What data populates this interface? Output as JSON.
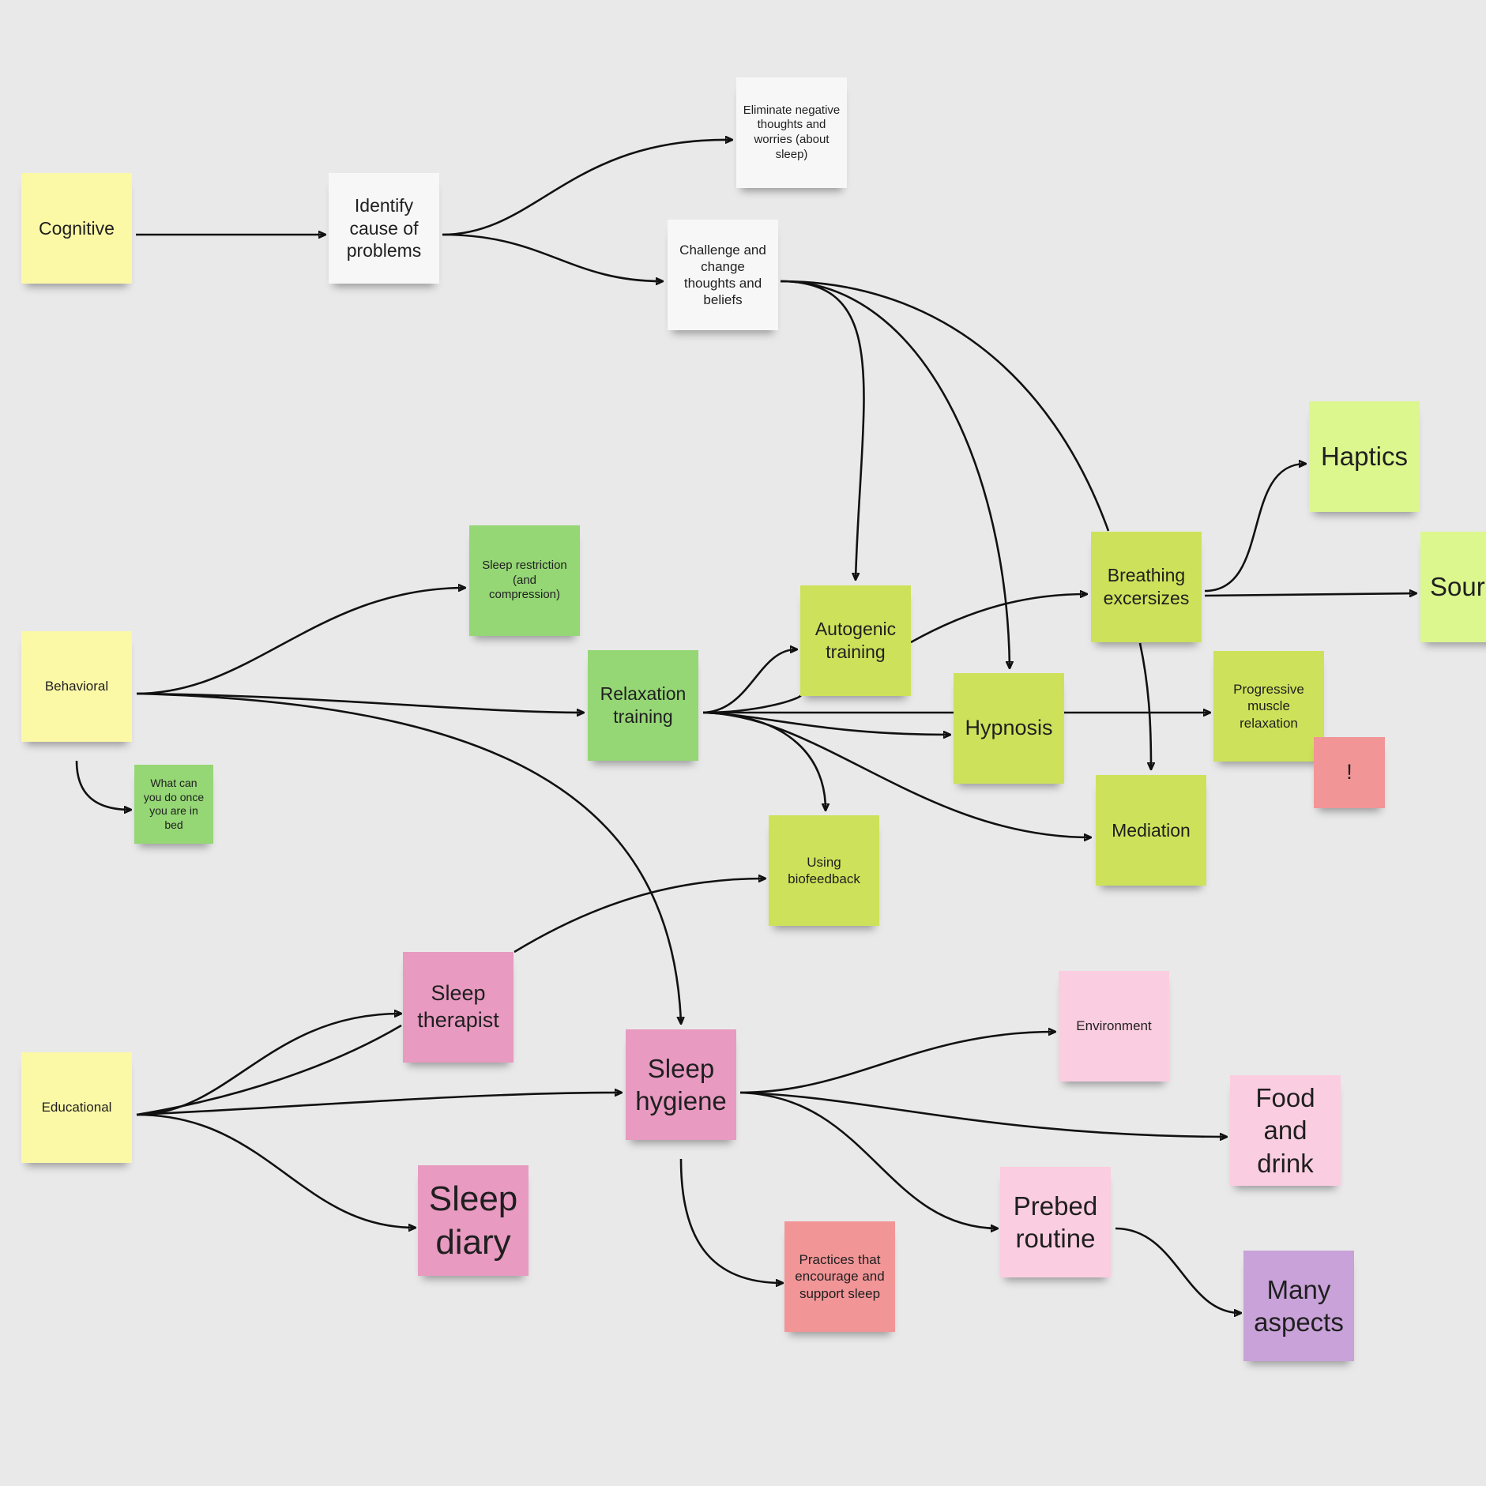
{
  "board": {
    "background": "#e9e9e9",
    "notes": {
      "cognitive": {
        "text": "Cognitive",
        "color": "#fbf8a6"
      },
      "identify": {
        "text": "Identify cause of problems",
        "color": "#f7f7f7"
      },
      "eliminate": {
        "text": "Eliminate negative thoughts and worries (about sleep)",
        "color": "#f7f7f7"
      },
      "challenge": {
        "text": "Challenge and change thoughts and beliefs",
        "color": "#f7f7f7"
      },
      "behavioral": {
        "text": "Behavioral",
        "color": "#fbf8a6"
      },
      "sleep_restriction": {
        "text": "Sleep restriction (and compression)",
        "color": "#95d675"
      },
      "what_can": {
        "text": "What can you do once you are in bed",
        "color": "#95d675"
      },
      "relaxation": {
        "text": "Relaxation training",
        "color": "#95d675"
      },
      "autogenic": {
        "text": "Autogenic training",
        "color": "#cde25a"
      },
      "hypnosis": {
        "text": "Hypnosis",
        "color": "#cde25a"
      },
      "breathing": {
        "text": "Breathing excersizes",
        "color": "#cde25a"
      },
      "haptics": {
        "text": "Haptics",
        "color": "#dcf78e"
      },
      "sound": {
        "text": "Sour",
        "color": "#dcf78e"
      },
      "progressive": {
        "text": "Progressive muscle relaxation",
        "color": "#cde25a"
      },
      "exclamation": {
        "text": "!",
        "color": "#f19597"
      },
      "mediation": {
        "text": "Mediation",
        "color": "#cde25a"
      },
      "biofeedback": {
        "text": "Using biofeedback",
        "color": "#cde25a"
      },
      "educational": {
        "text": "Educational",
        "color": "#fbf8a6"
      },
      "sleep_therapist": {
        "text": "Sleep therapist",
        "color": "#e89ac1"
      },
      "sleep_hygiene": {
        "text": "Sleep hygiene",
        "color": "#e89ac1"
      },
      "sleep_diary": {
        "text": "Sleep diary",
        "color": "#e89ac1"
      },
      "practices": {
        "text": "Practices that encourage and support sleep",
        "color": "#f19597"
      },
      "environment": {
        "text": "Environment",
        "color": "#fbcde0"
      },
      "food": {
        "text": "Food and drink",
        "color": "#fbcde0"
      },
      "prebed": {
        "text": "Prebed routine",
        "color": "#fbcde0"
      },
      "many": {
        "text": "Many aspects",
        "color": "#c8a2d8"
      }
    },
    "connections": [
      [
        "cognitive",
        "identify"
      ],
      [
        "identify",
        "eliminate"
      ],
      [
        "identify",
        "challenge"
      ],
      [
        "challenge",
        "autogenic"
      ],
      [
        "challenge",
        "hypnosis"
      ],
      [
        "challenge",
        "breathing"
      ],
      [
        "behavioral",
        "sleep_restriction"
      ],
      [
        "behavioral",
        "relaxation"
      ],
      [
        "behavioral",
        "sleep_hygiene"
      ],
      [
        "behavioral",
        "what_can"
      ],
      [
        "relaxation",
        "autogenic"
      ],
      [
        "relaxation",
        "hypnosis"
      ],
      [
        "relaxation",
        "progressive"
      ],
      [
        "relaxation",
        "mediation"
      ],
      [
        "relaxation",
        "biofeedback"
      ],
      [
        "relaxation",
        "breathing"
      ],
      [
        "breathing",
        "haptics"
      ],
      [
        "breathing",
        "sound"
      ],
      [
        "breathing",
        "mediation"
      ],
      [
        "educational",
        "sleep_therapist"
      ],
      [
        "educational",
        "sleep_hygiene"
      ],
      [
        "educational",
        "sleep_diary"
      ],
      [
        "sleep_therapist",
        "biofeedback"
      ],
      [
        "sleep_hygiene",
        "environment"
      ],
      [
        "sleep_hygiene",
        "food"
      ],
      [
        "sleep_hygiene",
        "prebed"
      ],
      [
        "sleep_hygiene",
        "practices"
      ],
      [
        "prebed",
        "many"
      ]
    ]
  }
}
